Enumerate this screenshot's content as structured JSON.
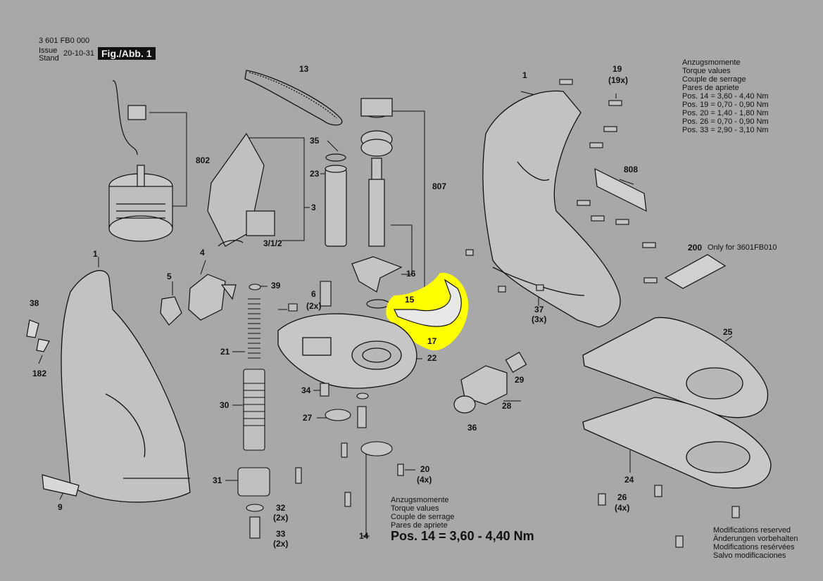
{
  "header": {
    "part_number": "3 601 FB0 000",
    "issue_label": "Issue",
    "stand_label": "Stand",
    "date": "20-10-31",
    "figure": "Fig./Abb. 1"
  },
  "torque_top": [
    "Anzugsmomente",
    "Torque values",
    "Couple de serrage",
    "Pares de apriete",
    "Pos. 14 = 3,60 - 4,40 Nm",
    "Pos. 19 = 0,70 - 0,90 Nm",
    "Pos. 20 = 1,40 - 1,80 Nm",
    "Pos. 26 = 0,70 - 0,90 Nm",
    "Pos. 33 = 2,90 - 3,10 Nm"
  ],
  "torque_bottom": [
    "Anzugsmomente",
    "Torque values",
    "Couple de serrage",
    "Pares de apriete"
  ],
  "torque_big": "Pos. 14 = 3,60 - 4,40 Nm",
  "modifications": [
    "Modifications reserved",
    "Änderungen vorbehalten",
    "Modifications resérvées",
    "Salvo modificaciones"
  ],
  "only_for": "Only for 3601FB010",
  "parts": {
    "p13": "13",
    "p1a": "1",
    "p19": "19",
    "p19x": "(19x)",
    "p802": "802",
    "p35": "35",
    "p23": "23",
    "p3": "3",
    "p312": "3/1/2",
    "p807": "807",
    "p808": "808",
    "p200": "200",
    "p1b": "1",
    "p4": "4",
    "p5": "5",
    "p38": "38",
    "p182": "182",
    "p39": "39",
    "p6": "6",
    "p2x6": "(2x)",
    "p16": "16",
    "p15": "15",
    "p17": "17",
    "p37": "37",
    "p3x37": "(3x)",
    "p21": "21",
    "p22": "22",
    "p25": "25",
    "p29": "29",
    "p28": "28",
    "p36": "36",
    "p34": "34",
    "p30": "30",
    "p27": "27",
    "p24": "24",
    "p20": "20",
    "p4x20": "(4x)",
    "p26": "26",
    "p4x26": "(4x)",
    "p31": "31",
    "p32": "32",
    "p2x32": "(2x)",
    "p33": "33",
    "p2x33": "(2x)",
    "p9": "9",
    "p14": "14"
  },
  "colors": {
    "background": "#a8a8a8",
    "highlight": "#ffff00",
    "line": "#111111"
  }
}
